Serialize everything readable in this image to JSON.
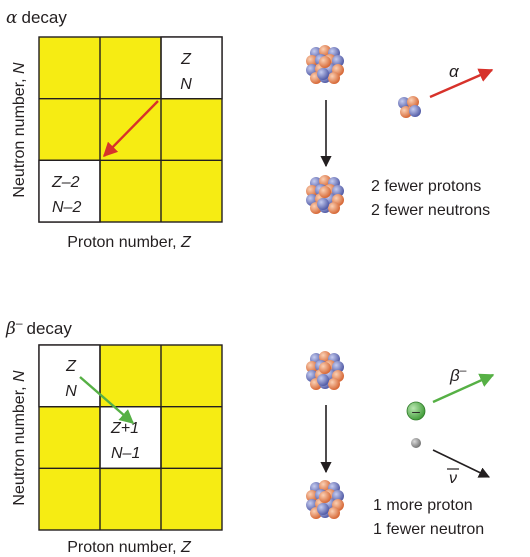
{
  "alpha": {
    "title_symbol": "α",
    "title_word": "decay",
    "y_axis": {
      "text": "Neutron number, ",
      "var": "N"
    },
    "x_axis": {
      "text": "Proton number, ",
      "var": "Z"
    },
    "start_cell": {
      "line1": "Z",
      "line2": "N"
    },
    "end_cell": {
      "line1": "Z–2",
      "line2": "N–2"
    },
    "particle_label": "α",
    "change_line1": "2 fewer protons",
    "change_line2": "2 fewer neutrons"
  },
  "beta": {
    "title_symbol": "β",
    "title_sup": "–",
    "title_word": "decay",
    "y_axis": {
      "text": "Neutron number, ",
      "var": "N"
    },
    "x_axis": {
      "text": "Proton number, ",
      "var": "Z"
    },
    "start_cell": {
      "line1": "Z",
      "line2": "N"
    },
    "end_cell": {
      "line1": "Z+1",
      "line2": "N–1"
    },
    "particle_label": "β",
    "particle_sup": "–",
    "electron_sign": "–",
    "antineutrino_label": "ν",
    "change_line1": "1 more proton",
    "change_line2": "1 fewer neutron"
  },
  "colors": {
    "grid_fill": "#f6ec13",
    "alpha_arrow": "#d7322b",
    "beta_arrow": "#56b045",
    "proton": "#e98a5a",
    "neutron": "#7b86c4",
    "electron": "#5cb85c",
    "antineutrino": "#8c8c8c"
  }
}
